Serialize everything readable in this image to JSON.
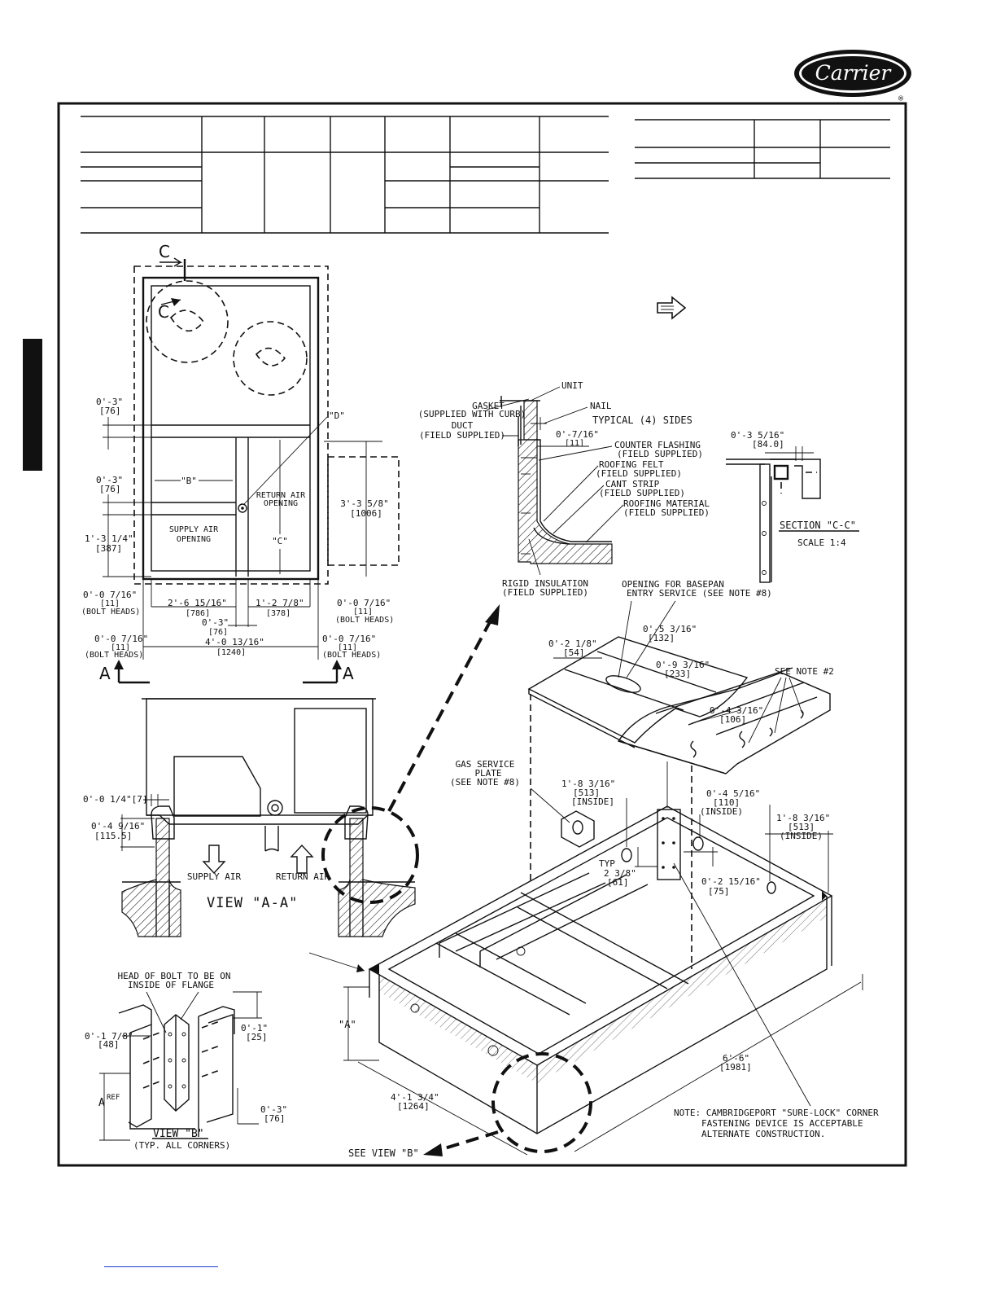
{
  "brand": {
    "name": "Carrier",
    "registered": "®"
  },
  "section_c": {
    "letter": "C"
  },
  "dims": {
    "d1": "0'-3\"",
    "d1m": "[76]",
    "d2": "0'-3\"",
    "d2m": "[76]",
    "d3": "1'-3 1/4\"",
    "d3m": "[387]",
    "d4": "0'-0 7/16\"",
    "d4m": "[11]",
    "d4n": "(BOLT HEADS)",
    "d5": "2'-6 15/16\"",
    "d5m": "[786]",
    "d6": "0'-3\"",
    "d6m": "[76]",
    "d7": "1'-2 7/8\"",
    "d7m": "[378]",
    "d8": "0'-0 7/16\"",
    "d8m": "[11]",
    "d8n": "(BOLT HEADS)",
    "d9": "0'-0 7/16\"",
    "d9m": "[11]",
    "d9n": "(BOLT HEADS)",
    "d10": "4'-0 13/16\"",
    "d10m": "[1240]",
    "d11": "0'-0 7/16\"",
    "d11m": "[11]",
    "d11n": "(BOLT HEADS)",
    "d12": "3'-3 5/8\"",
    "d12m": "[1006]"
  },
  "plan_labels": {
    "b": "\"B\"",
    "c": "\"C\"",
    "d": "\"D\"",
    "supply1": "SUPPLY AIR",
    "supply2": "OPENING",
    "return1": "RETURN AIR",
    "return2": "OPENING",
    "a_left": "A",
    "a_right": "A"
  },
  "detail": {
    "unit": "UNIT",
    "gasket1": "GASKET",
    "gasket2": "(SUPPLIED WITH CURB)",
    "nail": "NAIL",
    "typical": "TYPICAL (4) SIDES",
    "duct1": "DUCT",
    "duct2": "(FIELD SUPPLIED)",
    "dim": "0'-7/16\"",
    "dimm": "[11]",
    "counter1": "COUNTER FLASHING",
    "counter2": "(FIELD SUPPLIED)",
    "felt1": "ROOFING FELT",
    "felt2": "(FIELD SUPPLIED)",
    "cant1": "CANT STRIP",
    "cant2": "(FIELD SUPPLIED)",
    "roofing1": "ROOFING MATERIAL",
    "roofing2": "(FIELD SUPPLIED)",
    "rigid1": "RIGID INSULATION",
    "rigid2": "(FIELD SUPPLIED)"
  },
  "section_cc": {
    "dim": "0'-3 5/16\"",
    "dimm": "[84.0]",
    "title": "SECTION \"C-C\"",
    "scale": "SCALE 1:4"
  },
  "view_aa": {
    "d1": "0'-0 1/4\"[7]",
    "d2": "0'-4 9/16\"",
    "d2m": "[115.5]",
    "supply": "SUPPLY AIR",
    "return": "RETURN AIR",
    "title": "VIEW \"A-A\""
  },
  "basepan": {
    "opening1": "OPENING FOR BASEPAN",
    "opening2": "ENTRY SERVICE (SEE NOTE #8)",
    "d1": "0'-5 3/16\"",
    "d1m": "[132]",
    "d2": "0'-2 1/8\"",
    "d2m": "[54]",
    "d3": "0'-9 3/16\"",
    "d3m": "[233]",
    "note2": "SEE NOTE #2",
    "d4": "0'-4 3/16\"",
    "d4m": "[106]"
  },
  "curb": {
    "gas1": "GAS SERVICE",
    "gas2": "PLATE",
    "gas3": "(SEE NOTE #8)",
    "d1": "1'-8 3/16\"",
    "d1m": "[513]",
    "d1n": "[INSIDE]",
    "d2": "0'-4 5/16\"",
    "d2m": "[110]",
    "d2n": "(INSIDE)",
    "d3": "1'-8 3/16\"",
    "d3m": "[513]",
    "d3n": "(INSIDE)",
    "typ": "TYP",
    "d4": "2 3/8\"",
    "d4m": "[61]",
    "d5": "0'-2 15/16\"",
    "d5m": "[75]",
    "a": "\"A\"",
    "d6": "6'-6\"",
    "d6m": "[1981]",
    "d7": "4'-1 3/4\"",
    "d7m": "[1264]",
    "see_b": "SEE VIEW \"B\"",
    "note1": "NOTE: CAMBRIDGEPORT \"SURE-LOCK\" CORNER",
    "note2": "FASTENING DEVICE IS ACCEPTABLE",
    "note3": "ALTERNATE CONSTRUCTION."
  },
  "view_b": {
    "head1": "HEAD OF BOLT TO BE ON",
    "head2": "INSIDE OF FLANGE",
    "d1": "0'-1 7/8\"",
    "d1m": "[48]",
    "d2": "0'-1\"",
    "d2m": "[25]",
    "d3": "0'-3\"",
    "d3m": "[76]",
    "a": "A",
    "ref": "REF",
    "title": "VIEW \"B\"",
    "sub": "(TYP. ALL CORNERS)"
  }
}
